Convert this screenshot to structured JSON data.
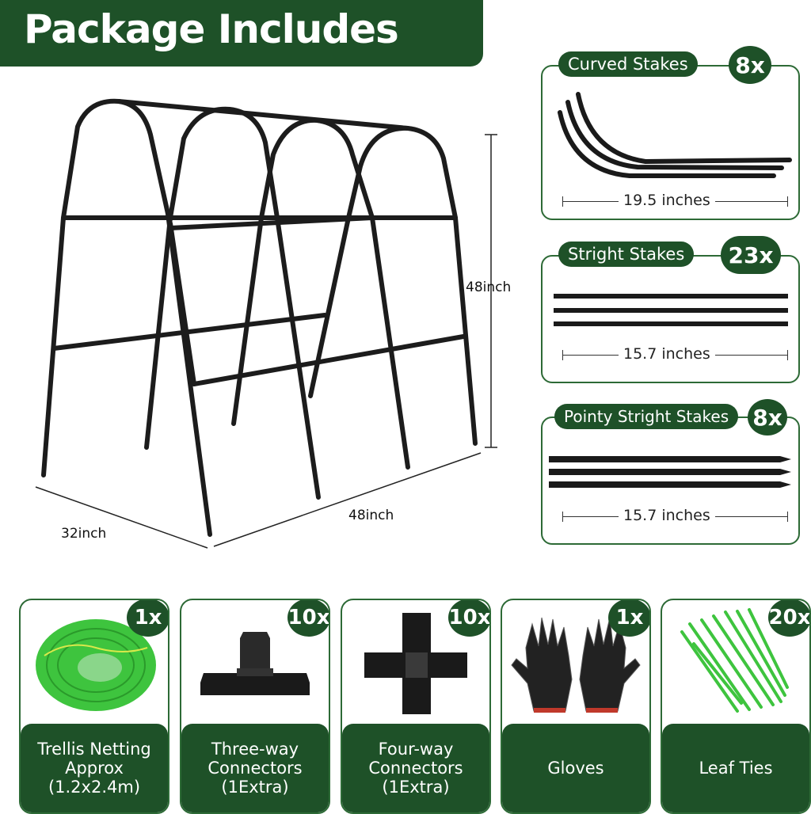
{
  "banner": {
    "title": "Package Includes"
  },
  "frame": {
    "height_label": "48inch",
    "length_label": "48inch",
    "width_label": "32inch"
  },
  "stakes": [
    {
      "name": "Curved Stakes",
      "count": "8x",
      "length": "19.5 inches"
    },
    {
      "name": "Stright Stakes",
      "count": "23x",
      "length": "15.7 inches"
    },
    {
      "name": "Pointy Stright Stakes",
      "count": "8x",
      "length": "15.7 inches"
    }
  ],
  "items": [
    {
      "name": "Trellis Netting\nApprox\n(1.2x2.4m)",
      "count": "1x",
      "icon": "netting-roll-icon"
    },
    {
      "name": "Three-way\nConnectors\n(1Extra)",
      "count": "10x",
      "icon": "three-way-connector-icon"
    },
    {
      "name": "Four-way\nConnectors\n(1Extra)",
      "count": "10x",
      "icon": "four-way-connector-icon"
    },
    {
      "name": "Gloves",
      "count": "1x",
      "icon": "gloves-icon"
    },
    {
      "name": "Leaf Ties",
      "count": "20x",
      "icon": "leaf-ties-icon"
    }
  ],
  "colors": {
    "brand": "#1e5128",
    "border": "#2d6a36",
    "netting": "#3ec43e",
    "frame": "#1a1a1a"
  }
}
